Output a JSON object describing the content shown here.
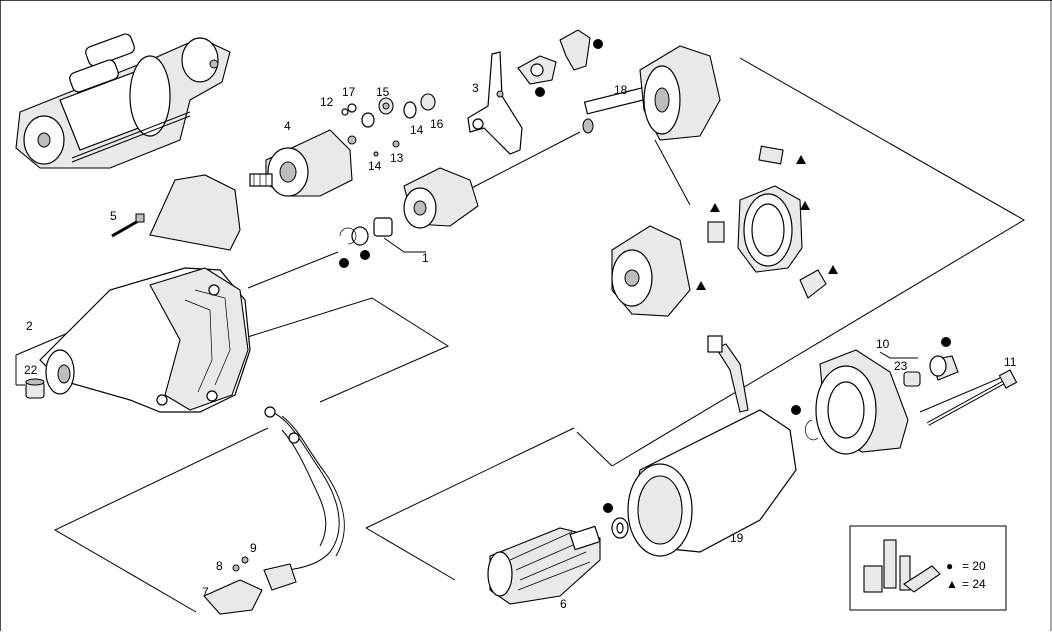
{
  "labels": {
    "l1": "1",
    "l2": "2",
    "l3": "3",
    "l4": "4",
    "l5": "5",
    "l6": "6",
    "l7": "7",
    "l8": "8",
    "l9": "9",
    "l10": "10",
    "l11": "11",
    "l12": "12",
    "l13": "13",
    "l14a": "14",
    "l14b": "14",
    "l15": "15",
    "l16": "16",
    "l17": "17",
    "l18": "18",
    "l19": "19",
    "l22": "22",
    "l23": "23"
  },
  "legend": {
    "circle_glyph": "●",
    "circle_eq": "= 20",
    "triangle_glyph": "▲",
    "triangle_eq": "= 24"
  }
}
